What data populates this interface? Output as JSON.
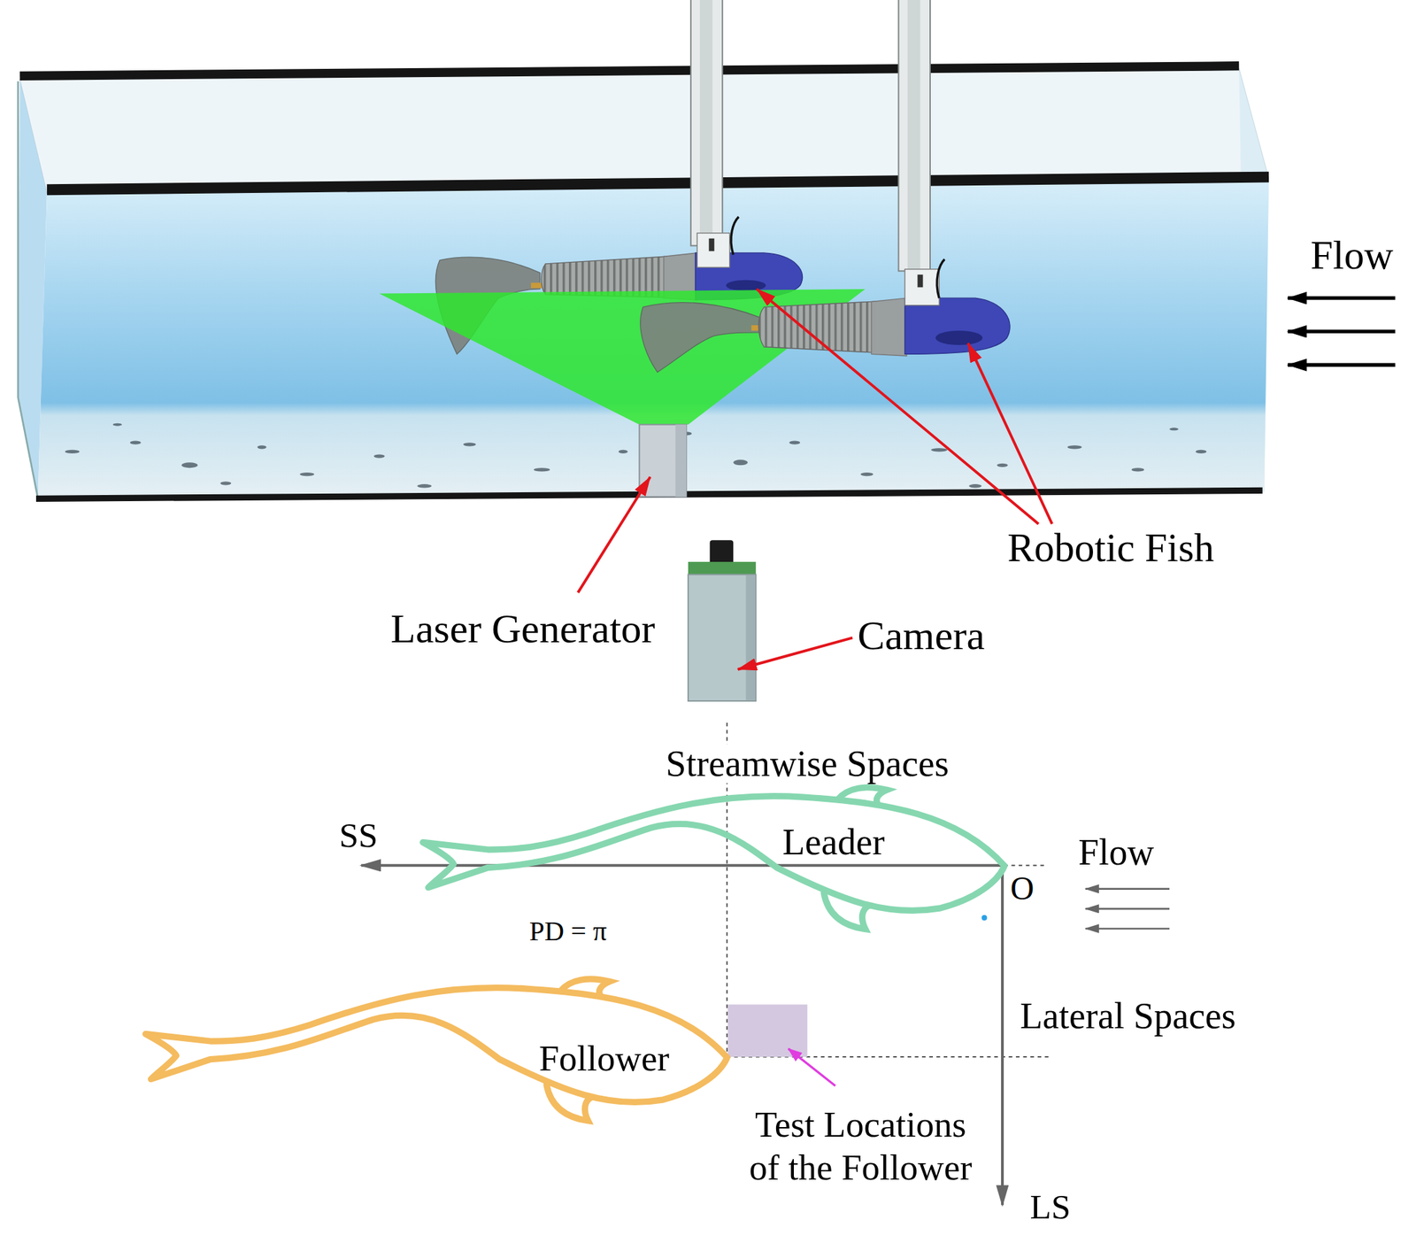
{
  "diagram": {
    "nodes": [
      {
        "text": [
          "Leader"
        ]
      },
      {
        "text": [
          "Follower"
        ]
      }
    ],
    "labels": [
      "Flow",
      "Robotic Fish",
      "Laser Generator",
      "Camera",
      "Streamwise Spaces",
      "SS",
      "O",
      "Flow",
      "PD = π",
      "Lateral Spaces",
      "Test Locations of the Follower",
      "LS"
    ]
  }
}
